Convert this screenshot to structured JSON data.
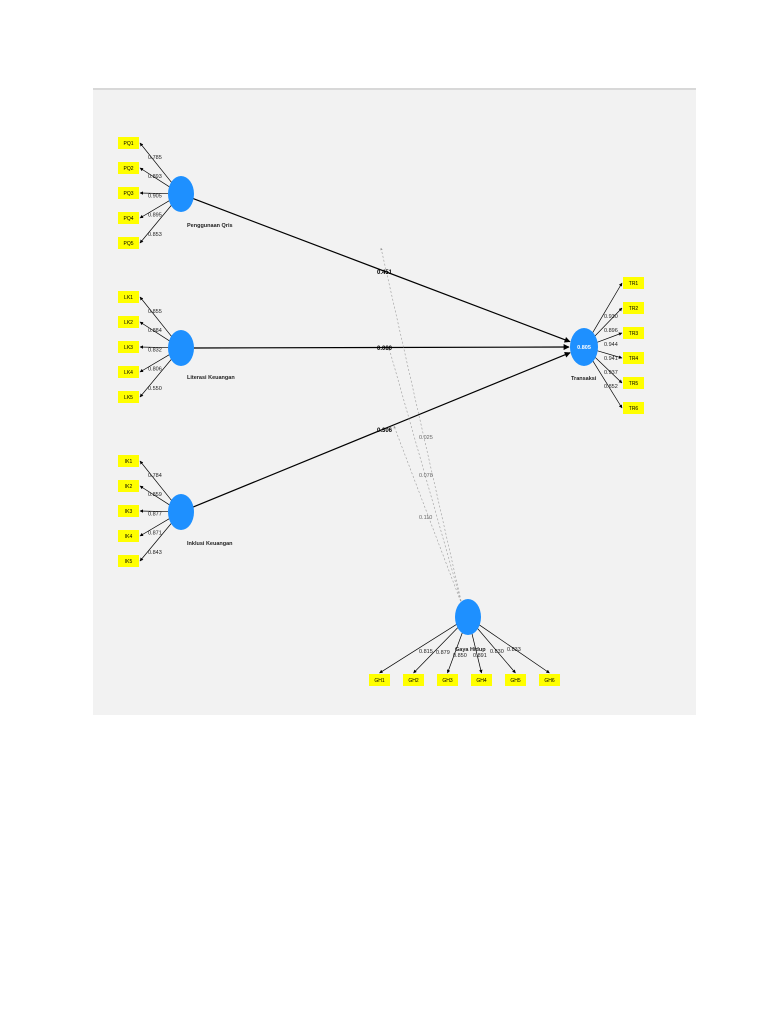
{
  "colors": {
    "latent": "#1e90ff",
    "indicator": "#ffff00",
    "path": "#000000",
    "moderation": "#9a9a9a",
    "canvas": "#f2f2f2"
  },
  "latent_variables": {
    "pq": {
      "label": "Penggunaan Qris"
    },
    "lk": {
      "label": "Literasi Keuangan"
    },
    "ik": {
      "label": "Inklusi Keuangan"
    },
    "tr": {
      "label": "Transaksi",
      "r2": "0.805"
    },
    "gh": {
      "label": "Gaya Hidup"
    }
  },
  "indicators": {
    "pq": [
      "PQ1",
      "PQ2",
      "PQ3",
      "PQ4",
      "PQ5"
    ],
    "lk": [
      "LK1",
      "LK2",
      "LK3",
      "LK4",
      "LK5"
    ],
    "ik": [
      "IK1",
      "IK2",
      "IK3",
      "IK4",
      "IK5"
    ],
    "tr": [
      "TR1",
      "TR2",
      "TR3",
      "TR4",
      "TR5",
      "TR6"
    ],
    "gh": [
      "GH1",
      "GH2",
      "GH3",
      "GH4",
      "GH5",
      "GH6"
    ]
  },
  "loadings": {
    "pq": [
      "0.785",
      "0.893",
      "0.905",
      "0.895",
      "0.853"
    ],
    "lk": [
      "0.855",
      "0.884",
      "0.832",
      "0.806",
      "0.550"
    ],
    "ik": [
      "0.784",
      "0.859",
      "0.877",
      "0.871",
      "0.843"
    ],
    "tr": [
      "0.930",
      "0.896",
      "0.944",
      "0.941",
      "0.937",
      "0.852"
    ],
    "gh": [
      "0.815",
      "0.879",
      "0.850",
      "0.891",
      "0.830",
      "0.833"
    ]
  },
  "paths": {
    "pq_tr": "0.451",
    "lk_tr": "0.080",
    "ik_tr": "0.306"
  },
  "moderation": [
    "0.025",
    "0.078",
    "0.110"
  ]
}
